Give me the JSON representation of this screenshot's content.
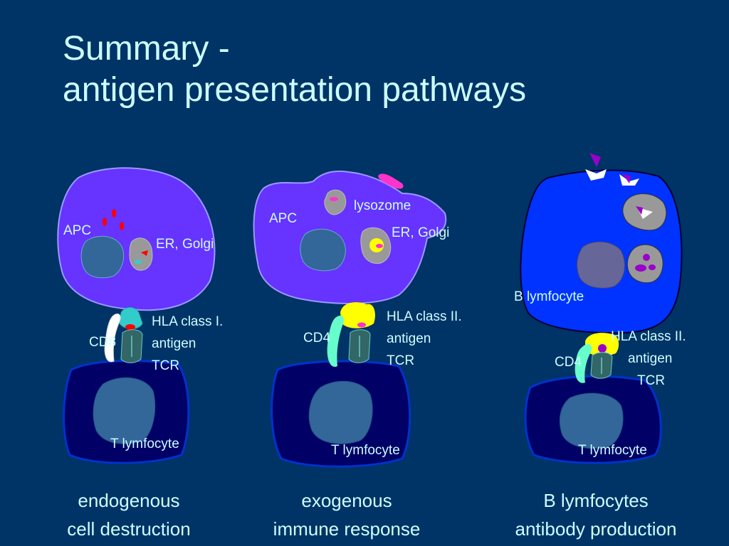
{
  "title": {
    "line1": "Summary -",
    "line2": "antigen presentation pathways"
  },
  "panels": [
    {
      "apc_label": "APC",
      "organelle_label": "ER, Golgi",
      "coreceptor_label": "CD8",
      "hla_label": "HLA class I.",
      "antigen_label": "antigen",
      "tcr_label": "TCR",
      "t_cell_label": "T lymfocyte",
      "caption_line1": "endogenous",
      "caption_line2": "cell destruction"
    },
    {
      "apc_label": "APC",
      "lysozome_label": "lysozome",
      "organelle_label": "ER, Golgi",
      "coreceptor_label": "CD4",
      "hla_label": "HLA class II.",
      "antigen_label": "antigen",
      "tcr_label": "TCR",
      "t_cell_label": "T lymfocyte",
      "caption_line1": "exogenous",
      "caption_line2": "immune response"
    },
    {
      "b_cell_label": "B lymfocyte",
      "coreceptor_label": "CD4",
      "hla_label": "HLA class II.",
      "antigen_label": "antigen",
      "tcr_label": "TCR",
      "t_cell_label": "T lymfocyte",
      "caption_line1": "B lymfocytes",
      "caption_line2": "antibody production"
    }
  ],
  "colors": {
    "background": "#003366",
    "text": "#ccffff",
    "apc": "#6633ff",
    "b_cell": "#0033ff",
    "t_cell": "#000066",
    "nucleus": "#336699",
    "hla_class_ii": "#ffff00",
    "coreceptor": "#66ffcc",
    "antigen_red": "#ff0000",
    "antigen_pink": "#ff33cc",
    "antigen_purple": "#9900cc"
  }
}
